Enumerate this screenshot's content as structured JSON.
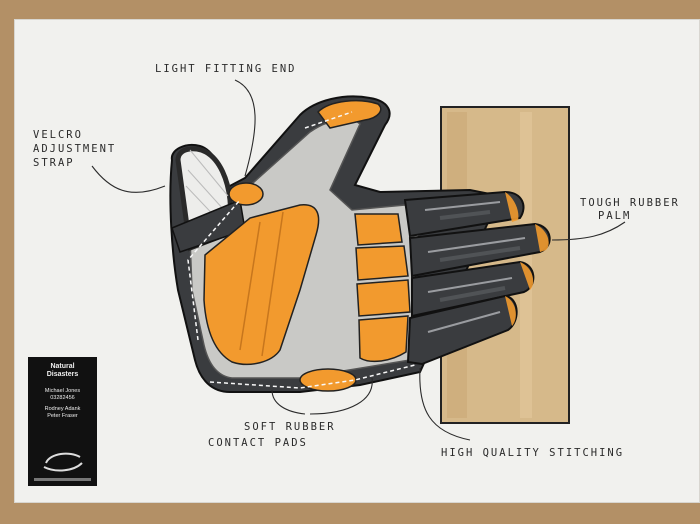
{
  "annotations": {
    "light_fitting_end": "LIGHT FITTING END",
    "velcro_line1": "VELCRO",
    "velcro_line2": "ADJUSTMENT",
    "velcro_line3": "STRAP",
    "tough_rubber_line1": "TOUGH RUBBER",
    "tough_rubber_line2": "PALM",
    "soft_rubber_line1": "SOFT RUBBER",
    "soft_rubber_line2": "CONTACT PADS",
    "stitching": "HIGH QUALITY STITCHING"
  },
  "title_card": {
    "line1": "Natural",
    "line2": "Disasters",
    "name1": "Michael Jones",
    "id1": "03282456",
    "name2": "Rodney Adank",
    "name3": "Peter Fraser"
  },
  "colors": {
    "orange": "#f29a2e",
    "rubber_dark": "#3b3d40",
    "grey_body": "#c9c9c6",
    "wood": "#d6b98a",
    "paper": "#f1f1ee",
    "board": "#b39066"
  },
  "icons": {
    "logo": "g-swoosh-logo-icon"
  }
}
